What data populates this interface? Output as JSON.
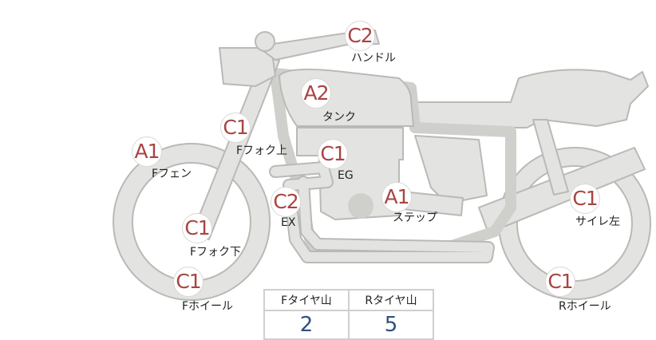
{
  "parts": [
    {
      "id": "handle",
      "grade": "C2",
      "label": "ハンドル"
    },
    {
      "id": "tank",
      "grade": "A2",
      "label": "タンク"
    },
    {
      "id": "f-fork-upper",
      "grade": "C1",
      "label": "Fフォク上"
    },
    {
      "id": "f-fender",
      "grade": "A1",
      "label": "Fフェン"
    },
    {
      "id": "engine",
      "grade": "C1",
      "label": "EG"
    },
    {
      "id": "exhaust",
      "grade": "C2",
      "label": "EX"
    },
    {
      "id": "step",
      "grade": "A1",
      "label": "ステップ"
    },
    {
      "id": "muffler-left",
      "grade": "C1",
      "label": "サイレ左"
    },
    {
      "id": "f-fork-lower",
      "grade": "C1",
      "label": "Fフォク下"
    },
    {
      "id": "f-wheel",
      "grade": "C1",
      "label": "Fホイール"
    },
    {
      "id": "r-wheel",
      "grade": "C1",
      "label": "Rホイール"
    }
  ],
  "tire_tread": {
    "headers": [
      "Fタイヤ山",
      "Rタイヤ山"
    ],
    "values": [
      "2",
      "5"
    ]
  },
  "colors": {
    "bike_fill": "#e3e3e1",
    "bike_stroke": "#b9b9b6",
    "grade_text": "#a94442",
    "value_text": "#2f4f7f"
  }
}
